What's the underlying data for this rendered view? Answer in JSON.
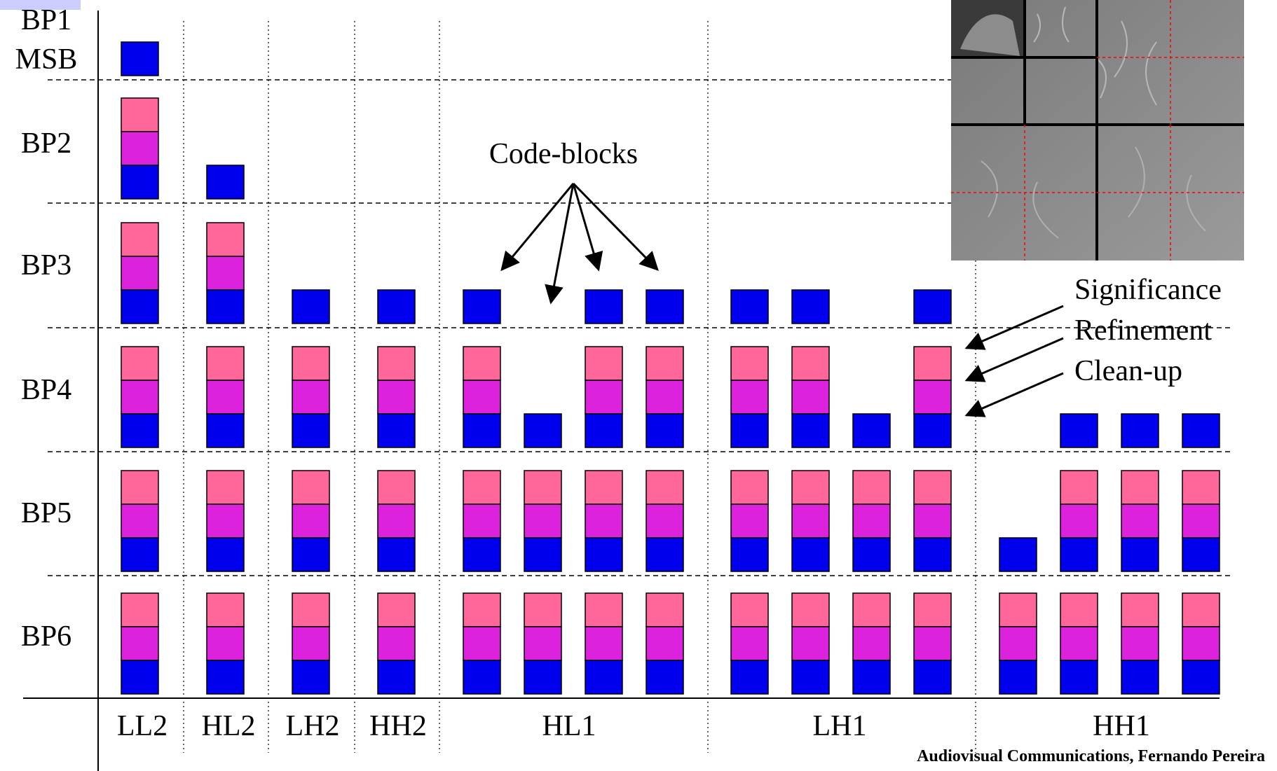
{
  "colors": {
    "clean_up": "#0000ee",
    "refinement": "#dd22dd",
    "significance": "#ff6699",
    "corner_accent": "#ccccff"
  },
  "bitplanes": [
    {
      "id": "BP1",
      "label": "BP1",
      "sublabel": "MSB"
    },
    {
      "id": "BP2",
      "label": "BP2"
    },
    {
      "id": "BP3",
      "label": "BP3"
    },
    {
      "id": "BP4",
      "label": "BP4"
    },
    {
      "id": "BP5",
      "label": "BP5"
    },
    {
      "id": "BP6",
      "label": "BP6"
    }
  ],
  "subbands": [
    {
      "label": "LL2",
      "codeblocks": [
        "BP1",
        "BP2",
        "BP3",
        "BP4",
        "BP5",
        "BP6"
      ]
    },
    {
      "label": "HL2",
      "codeblocks": [
        "BP2",
        "BP3",
        "BP4",
        "BP5",
        "BP6"
      ]
    },
    {
      "label": "LH2",
      "codeblocks": [
        "BP3",
        "BP4",
        "BP5",
        "BP6"
      ]
    },
    {
      "label": "HH2",
      "codeblocks": [
        "BP3",
        "BP4",
        "BP5",
        "BP6"
      ]
    },
    {
      "label": "HL1",
      "codeblocks": [
        "BP3",
        "BP4",
        "BP3",
        "BP3"
      ]
    },
    {
      "label": "LH1",
      "codeblocks": [
        "BP3",
        "BP3",
        "BP4",
        "BP3"
      ]
    },
    {
      "label": "HH1",
      "codeblocks": [
        "BP5",
        "BP4",
        "BP4",
        "BP4"
      ]
    }
  ],
  "annotations": {
    "code_blocks": "Code-blocks",
    "passes": [
      "Significance",
      "Refinement",
      "Clean-up"
    ]
  },
  "thumbnail": {
    "description_icon": "wavelet-decomposition-image"
  },
  "credit": "Audiovisual Communications, Fernando Pereira"
}
